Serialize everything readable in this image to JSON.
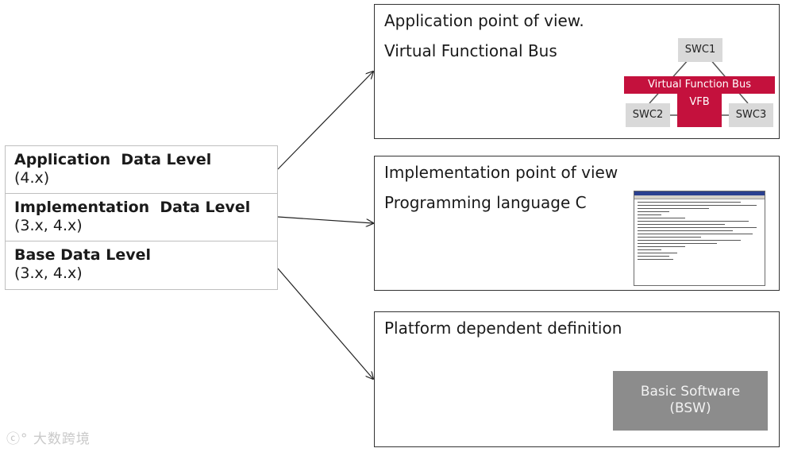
{
  "levels": [
    {
      "title": "Application  Data Level",
      "versions": "(4.x)"
    },
    {
      "title": "Implementation  Data Level",
      "versions": "(3.x, 4.x)"
    },
    {
      "title": "Base Data Level",
      "versions": "(3.x, 4.x)"
    }
  ],
  "views": {
    "application": {
      "title": "Application point of view.",
      "subtitle": "Virtual Functional Bus"
    },
    "implementation": {
      "title": "Implementation point of view",
      "subtitle": "Programming language C"
    },
    "platform": {
      "title": "Platform dependent definition"
    }
  },
  "vfb_figure": {
    "swc1": "SWC1",
    "swc2": "SWC2",
    "swc3": "SWC3",
    "bus_label": "Virtual Function Bus",
    "vfb_label": "VFB",
    "accent_color": "#c4113d"
  },
  "bsw": {
    "line1": "Basic Software",
    "line2": "(BSW)"
  },
  "watermark": "大数跨境"
}
